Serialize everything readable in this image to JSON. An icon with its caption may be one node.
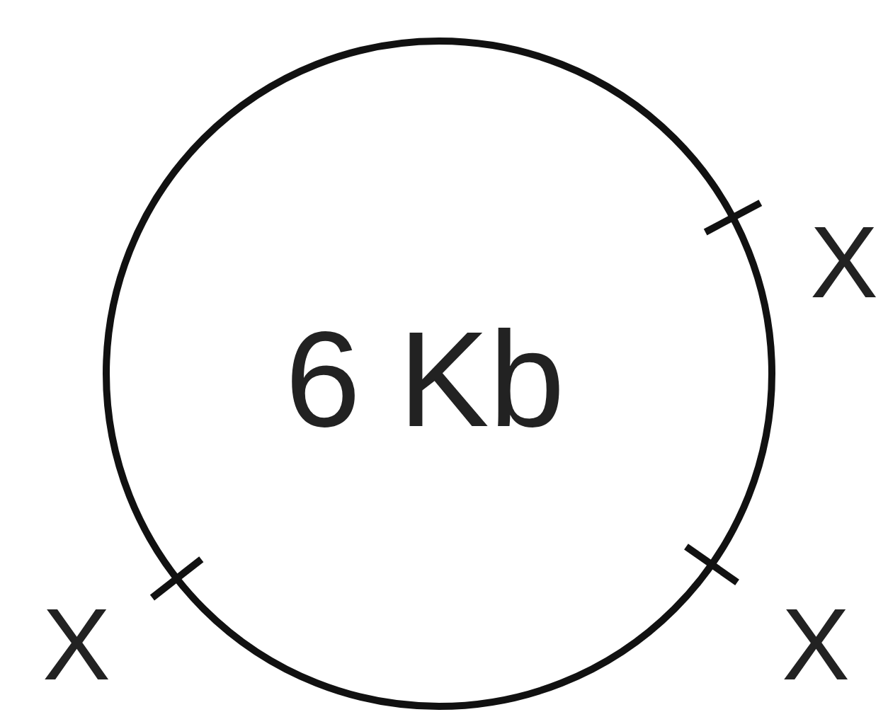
{
  "diagram": {
    "nodes": [
      {
        "text": [
          "6 Kb"
        ]
      }
    ],
    "labels": [
      "X",
      "X",
      "X"
    ]
  }
}
